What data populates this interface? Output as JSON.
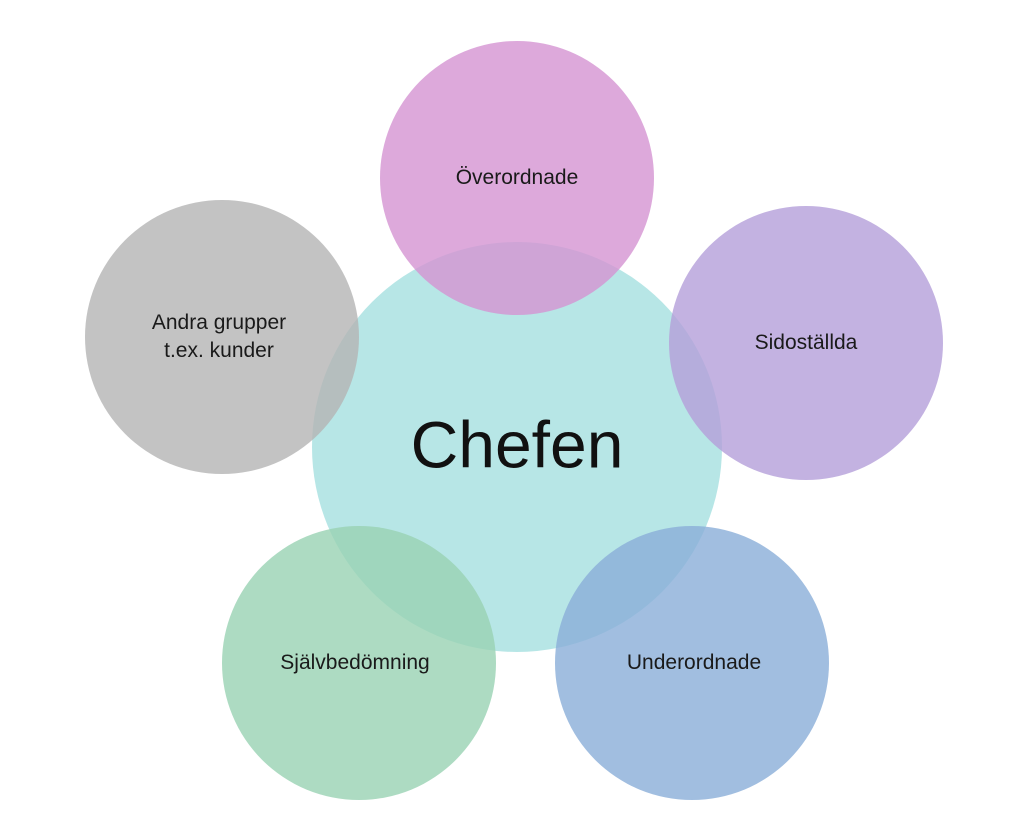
{
  "diagram": {
    "center": {
      "label": "Chefen",
      "color": "#9fdddd"
    },
    "nodes": [
      {
        "id": "overordnade",
        "lines": [
          "Överordnade"
        ],
        "color": "#d494d2"
      },
      {
        "id": "sidostallda",
        "lines": [
          "Sidoställda"
        ],
        "color": "#b49fd9"
      },
      {
        "id": "underordnade",
        "lines": [
          "Underordnade"
        ],
        "color": "#8aaed8"
      },
      {
        "id": "sjalvbedomning",
        "lines": [
          "Självbedömning"
        ],
        "color": "#98d2b3"
      },
      {
        "id": "andra-grupper",
        "lines": [
          "Andra grupper",
          "t.ex. kunder"
        ],
        "color": "#b4b4b4"
      }
    ]
  }
}
